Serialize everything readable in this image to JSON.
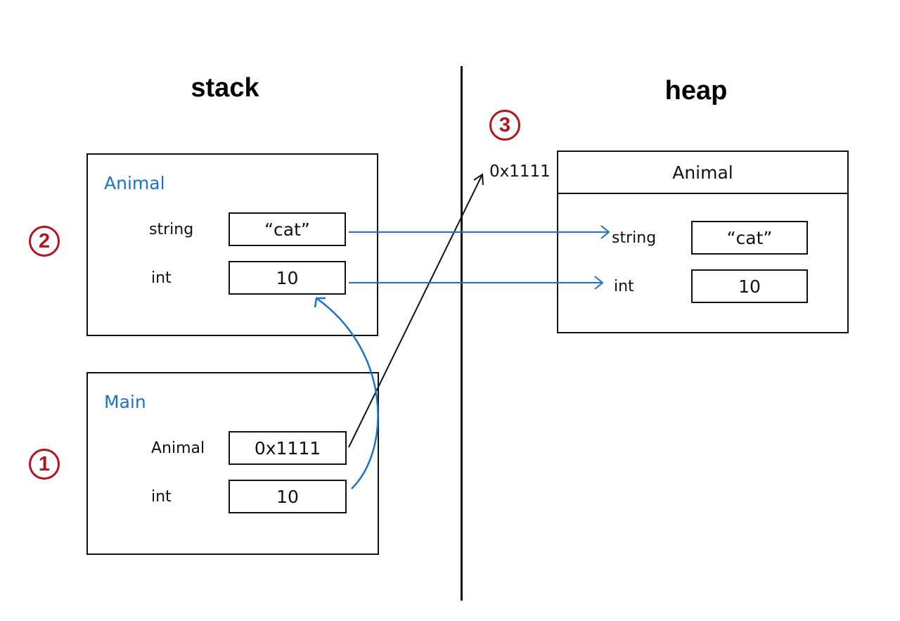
{
  "headings": {
    "stack": "stack",
    "heap": "heap"
  },
  "steps": {
    "one": "1",
    "two": "2",
    "three": "3"
  },
  "animal_frame": {
    "title": "Animal",
    "string_label": "string",
    "string_value": "“cat”",
    "int_label": "int",
    "int_value": "10"
  },
  "main_frame": {
    "title": "Main",
    "animal_label": "Animal",
    "animal_value": "0x1111",
    "int_label": "int",
    "int_value": "10"
  },
  "heap_object": {
    "address": "0x1111",
    "type": "Animal",
    "string_label": "string",
    "string_value": "“cat”",
    "int_label": "int",
    "int_value": "10"
  },
  "colors": {
    "frame_title": "#1a72c9",
    "step_marker": "#b3141c",
    "value_arrow": "#1a72c9",
    "reference_arrow": "#111111"
  }
}
